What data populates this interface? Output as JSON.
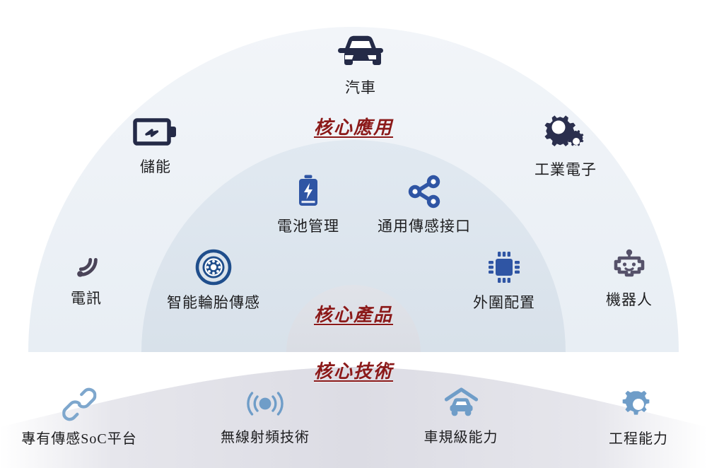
{
  "diagram": {
    "title_internal": "core-capability-semicircle-diagram",
    "rings": [
      {
        "id": "core-applications",
        "label": "核心應用",
        "label_color": "#8b1a1a",
        "band_color": "#eef2f7",
        "icon_color": "#242a47"
      },
      {
        "id": "core-products",
        "label": "核心產品",
        "label_color": "#8b1a1a",
        "band_color": "#dde5ef",
        "icon_color": "#2f55a4"
      },
      {
        "id": "core-technology",
        "label": "核心技術",
        "label_color": "#8b1a1a",
        "band_color": "#dfe2e8",
        "icon_color": "#6f9dc8"
      }
    ],
    "core_applications": {
      "label": "核心應用",
      "items": [
        {
          "id": "telecom",
          "label": "電訊",
          "icon": "wifi-signal-icon",
          "color": "#4a4458"
        },
        {
          "id": "energy-storage",
          "label": "儲能",
          "icon": "battery-horizontal-bolt-icon",
          "color": "#242a47"
        },
        {
          "id": "automotive",
          "label": "汽車",
          "icon": "car-front-icon",
          "color": "#242a47"
        },
        {
          "id": "industrial-electronics",
          "label": "工業電子",
          "icon": "gears-icon",
          "color": "#2b2f4e"
        },
        {
          "id": "robotics",
          "label": "機器人",
          "icon": "robot-icon",
          "color": "#56526a"
        }
      ]
    },
    "core_products": {
      "label": "核心產品",
      "items": [
        {
          "id": "smart-tire-sensing",
          "label": "智能輪胎傳感",
          "icon": "tire-wheel-icon",
          "color": "#1f4e8c"
        },
        {
          "id": "battery-management",
          "label": "電池管理",
          "icon": "battery-bolt-icon",
          "color": "#2f55a4"
        },
        {
          "id": "universal-sensor-interface",
          "label": "通用傳感接口",
          "icon": "share-nodes-icon",
          "color": "#2f55a4"
        },
        {
          "id": "peripheral-configuration",
          "label": "外圍配置",
          "icon": "chip-icon",
          "color": "#2f55a4"
        }
      ]
    },
    "core_technology": {
      "label": "核心技術",
      "items": [
        {
          "id": "proprietary-soc-platform",
          "label": "專有傳感SoC平台",
          "icon": "chain-link-icon",
          "color": "#7ea7cd"
        },
        {
          "id": "wireless-rf-technology",
          "label": "無線射頻技術",
          "icon": "rf-broadcast-icon",
          "color": "#6f9dc8"
        },
        {
          "id": "automotive-grade-capability",
          "label": "車規級能力",
          "icon": "car-garage-icon",
          "color": "#6f9dc8"
        },
        {
          "id": "engineering-capability",
          "label": "工程能力",
          "icon": "gear-icon",
          "color": "#6f9dc8"
        }
      ]
    }
  }
}
